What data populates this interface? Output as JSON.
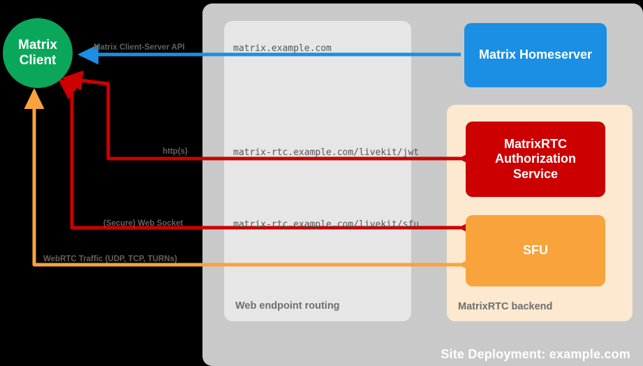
{
  "diagram": {
    "title": "Site Deployment: example.com",
    "colors": {
      "background": "#000000",
      "site_container": "#c9c9c9",
      "routing_container": "#e6e6e6",
      "backend_container": "#fde8d0",
      "client": "#0aa75b",
      "homeserver": "#1a8fe3",
      "auth_service": "#cc0000",
      "sfu": "#f8a33c",
      "arrow_blue": "#1a8fe3",
      "arrow_red": "#cc0000",
      "arrow_orange": "#f8a33c",
      "label_text": "#616161",
      "url_text": "#555555"
    }
  },
  "client": {
    "line1": "Matrix",
    "line2": "Client"
  },
  "containers": {
    "routing": {
      "label": "Web endpoint routing"
    },
    "backend": {
      "label": "MatrixRTC backend"
    },
    "site": {
      "label": "Site Deployment: example.com"
    }
  },
  "nodes": {
    "homeserver": {
      "label": "Matrix Homeserver"
    },
    "auth": {
      "line1": "MatrixRTC",
      "line2": "Authorization",
      "line3": "Service"
    },
    "sfu": {
      "label": "SFU"
    }
  },
  "urls": {
    "matrix": "matrix.example.com",
    "jwt": "matrix-rtc.example.com/livekit/jwt",
    "sfu": "matrix-rtc.example.com/livekit/sfu"
  },
  "edges": {
    "client_server_api": "Matrix Client-Server API",
    "https": "http(s)",
    "websocket": "(Secure) Web Socket",
    "webrtc": "WebRTC Traffic (UDP, TCP, TURNs)"
  }
}
